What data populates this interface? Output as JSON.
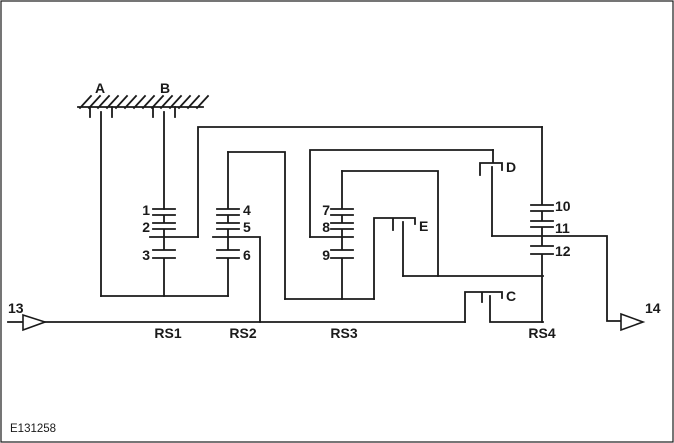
{
  "figure": {
    "background": "#ffffff",
    "line_color": "#1a1a1a"
  },
  "labels": {
    "brake_a": "A",
    "brake_b": "B",
    "clutch_c": "C",
    "clutch_d": "D",
    "clutch_e": "E",
    "gear_1": "1",
    "gear_2": "2",
    "gear_3": "3",
    "gear_4": "4",
    "gear_5": "5",
    "gear_6": "6",
    "gear_7": "7",
    "gear_8": "8",
    "gear_9": "9",
    "gear_10": "10",
    "gear_11": "11",
    "gear_12": "12",
    "input_shaft": "13",
    "output_shaft": "14",
    "gearset_rs1": "RS1",
    "gearset_rs2": "RS2",
    "gearset_rs3": "RS3",
    "gearset_rs4": "RS4",
    "figure_code": "E131258"
  },
  "legend": {
    "gear_sets": [
      "RS1",
      "RS2",
      "RS3",
      "RS4"
    ],
    "shift_elements": [
      "A",
      "B",
      "C",
      "D",
      "E"
    ],
    "numbered_elements": [
      "1",
      "2",
      "3",
      "4",
      "5",
      "6",
      "7",
      "8",
      "9",
      "10",
      "11",
      "12"
    ],
    "input": "13",
    "output": "14"
  }
}
